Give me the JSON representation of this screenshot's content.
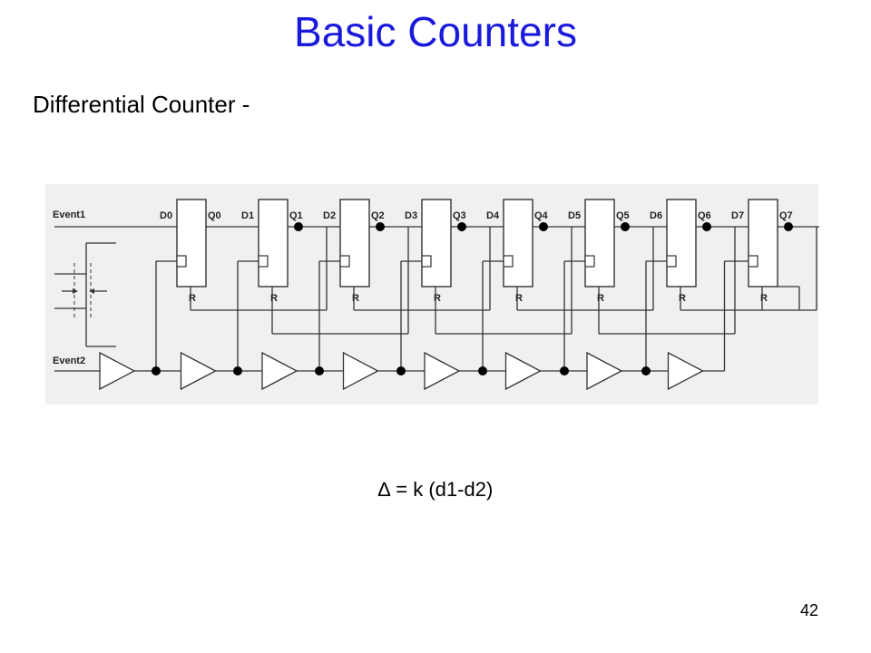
{
  "slide": {
    "title": "Basic Counters",
    "subtitle": "Differential Counter -",
    "formula": "∆ = k (d1-d2)",
    "page_number": "42"
  },
  "diagram": {
    "signals": {
      "event1": "Event1",
      "event2": "Event2"
    },
    "flipflops": [
      {
        "d": "D0",
        "q": "Q0",
        "r": "R"
      },
      {
        "d": "D1",
        "q": "Q1",
        "r": "R"
      },
      {
        "d": "D2",
        "q": "Q2",
        "r": "R"
      },
      {
        "d": "D3",
        "q": "Q3",
        "r": "R"
      },
      {
        "d": "D4",
        "q": "Q4",
        "r": "R"
      },
      {
        "d": "D5",
        "q": "Q5",
        "r": "R"
      },
      {
        "d": "D6",
        "q": "Q6",
        "r": "R"
      },
      {
        "d": "D7",
        "q": "Q7",
        "r": "R"
      }
    ],
    "buffer_count": 8,
    "colors": {
      "title": "#1a1adc",
      "background_panel": "#f0f0f0",
      "wire": "#333333"
    }
  }
}
